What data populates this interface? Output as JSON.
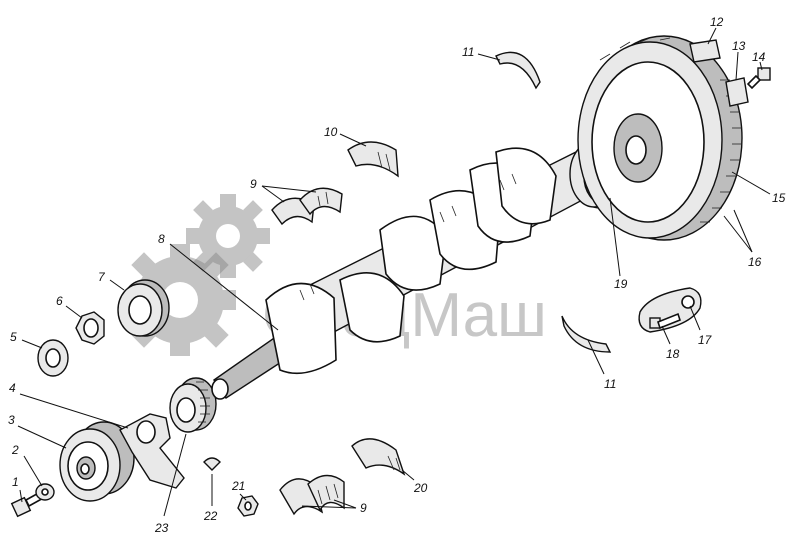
{
  "watermark": {
    "text": "СпецМаш"
  },
  "callouts": [
    {
      "id": "c1",
      "label": "1"
    },
    {
      "id": "c2",
      "label": "2"
    },
    {
      "id": "c3",
      "label": "3"
    },
    {
      "id": "c4",
      "label": "4"
    },
    {
      "id": "c5",
      "label": "5"
    },
    {
      "id": "c6",
      "label": "6"
    },
    {
      "id": "c7",
      "label": "7"
    },
    {
      "id": "c8",
      "label": "8"
    },
    {
      "id": "c9a",
      "label": "9"
    },
    {
      "id": "c9b",
      "label": "9"
    },
    {
      "id": "c10",
      "label": "10"
    },
    {
      "id": "c11a",
      "label": "11"
    },
    {
      "id": "c11b",
      "label": "11"
    },
    {
      "id": "c12",
      "label": "12"
    },
    {
      "id": "c13",
      "label": "13"
    },
    {
      "id": "c14",
      "label": "14"
    },
    {
      "id": "c15",
      "label": "15"
    },
    {
      "id": "c16",
      "label": "16"
    },
    {
      "id": "c17",
      "label": "17"
    },
    {
      "id": "c18",
      "label": "18"
    },
    {
      "id": "c19",
      "label": "19"
    },
    {
      "id": "c20",
      "label": "20"
    },
    {
      "id": "c21",
      "label": "21"
    },
    {
      "id": "c22",
      "label": "22"
    },
    {
      "id": "c23",
      "label": "23"
    }
  ]
}
